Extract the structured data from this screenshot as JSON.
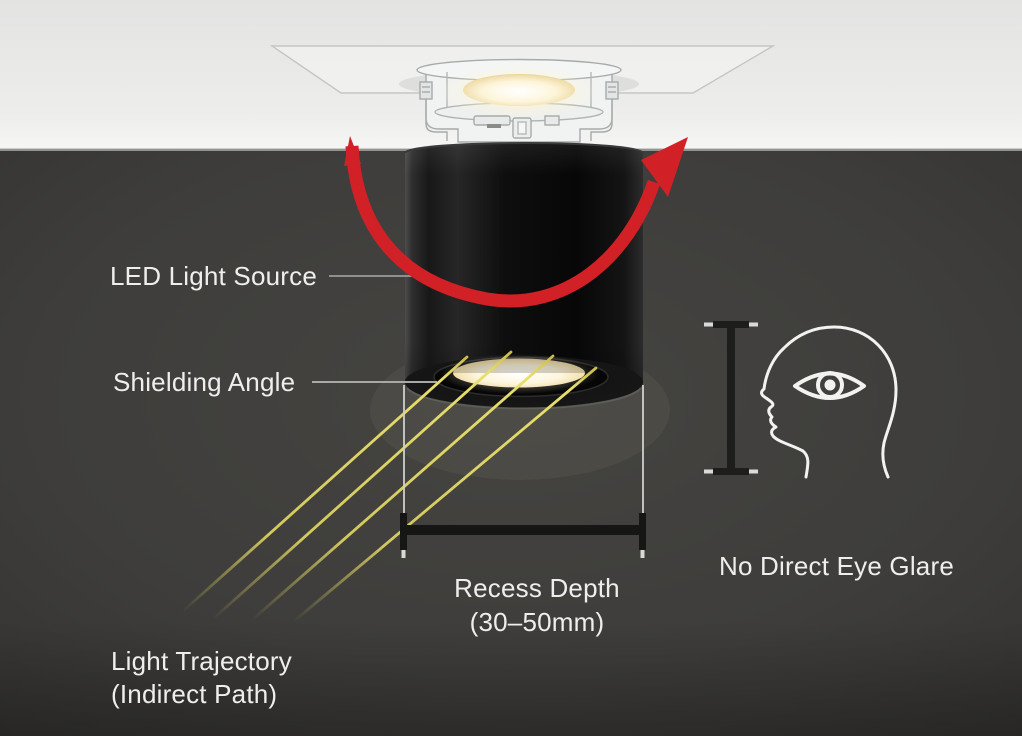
{
  "labels": {
    "led_light_source": "LED Light Source",
    "shielding_angle": "Shielding Angle",
    "light_trajectory_line1": "Light Trajectory",
    "light_trajectory_line2": "(Indirect Path)",
    "recess_depth_line1": "Recess Depth",
    "recess_depth_line2": "(30–50mm)",
    "no_direct_eye_glare": "No Direct Eye Glare"
  },
  "icons": {
    "rotation_arrow": "rotation-arrow-icon",
    "head_profile": "head-profile-icon",
    "eye": "eye-icon",
    "eye_level_measure": "eye-level-measure-icon",
    "recess_depth_measure": "recess-depth-measure",
    "light_rays": "light-rays",
    "downlight": "downlight-cylinder",
    "recessed_housing": "recessed-housing-drawing",
    "ceiling_cutout": "ceiling-cutout"
  },
  "colors": {
    "ceiling": "#e9e9e8",
    "wall": "#3e3d3b",
    "accent_red": "#d22027",
    "ray_yellow": "#ddd45e",
    "text": "#efeeec",
    "lamp_glow": "#fdf3d3",
    "measure_dark": "#161615",
    "measure_light": "#d9d9d6"
  }
}
